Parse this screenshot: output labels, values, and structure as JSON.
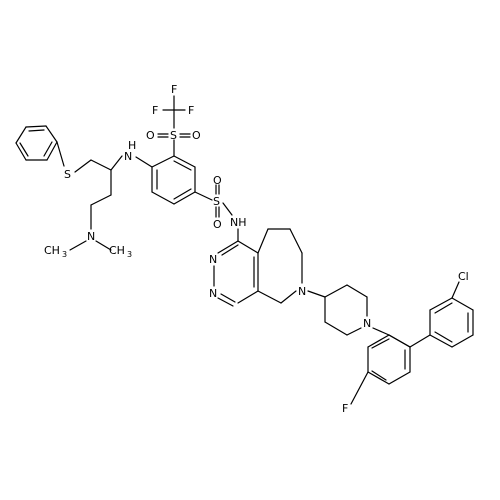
{
  "diagram": {
    "type": "structural-formula",
    "line_color": "#000000",
    "background": "#ffffff",
    "atom_labels": {
      "f1": "F",
      "f2": "F",
      "f3": "F",
      "s_sulfonyl_cf3": "S",
      "o1": "O",
      "o2": "O",
      "nh_amine": "N",
      "h_amine": "H",
      "s_thioether": "S",
      "s_sulfonamide": "S",
      "o3": "O",
      "o4": "O",
      "nh_sulfonamide": "NH",
      "n_dimethyl": "N",
      "ch3_left": "CH",
      "ch3_left_sub": "3",
      "ch3_right": "CH",
      "ch3_right_sub": "3",
      "n_pyr_top": "N",
      "n_pyr_bottom": "N",
      "n_bicyclic": "N",
      "n_piperidine": "N",
      "f_aryl": "F",
      "cl": "Cl"
    }
  }
}
